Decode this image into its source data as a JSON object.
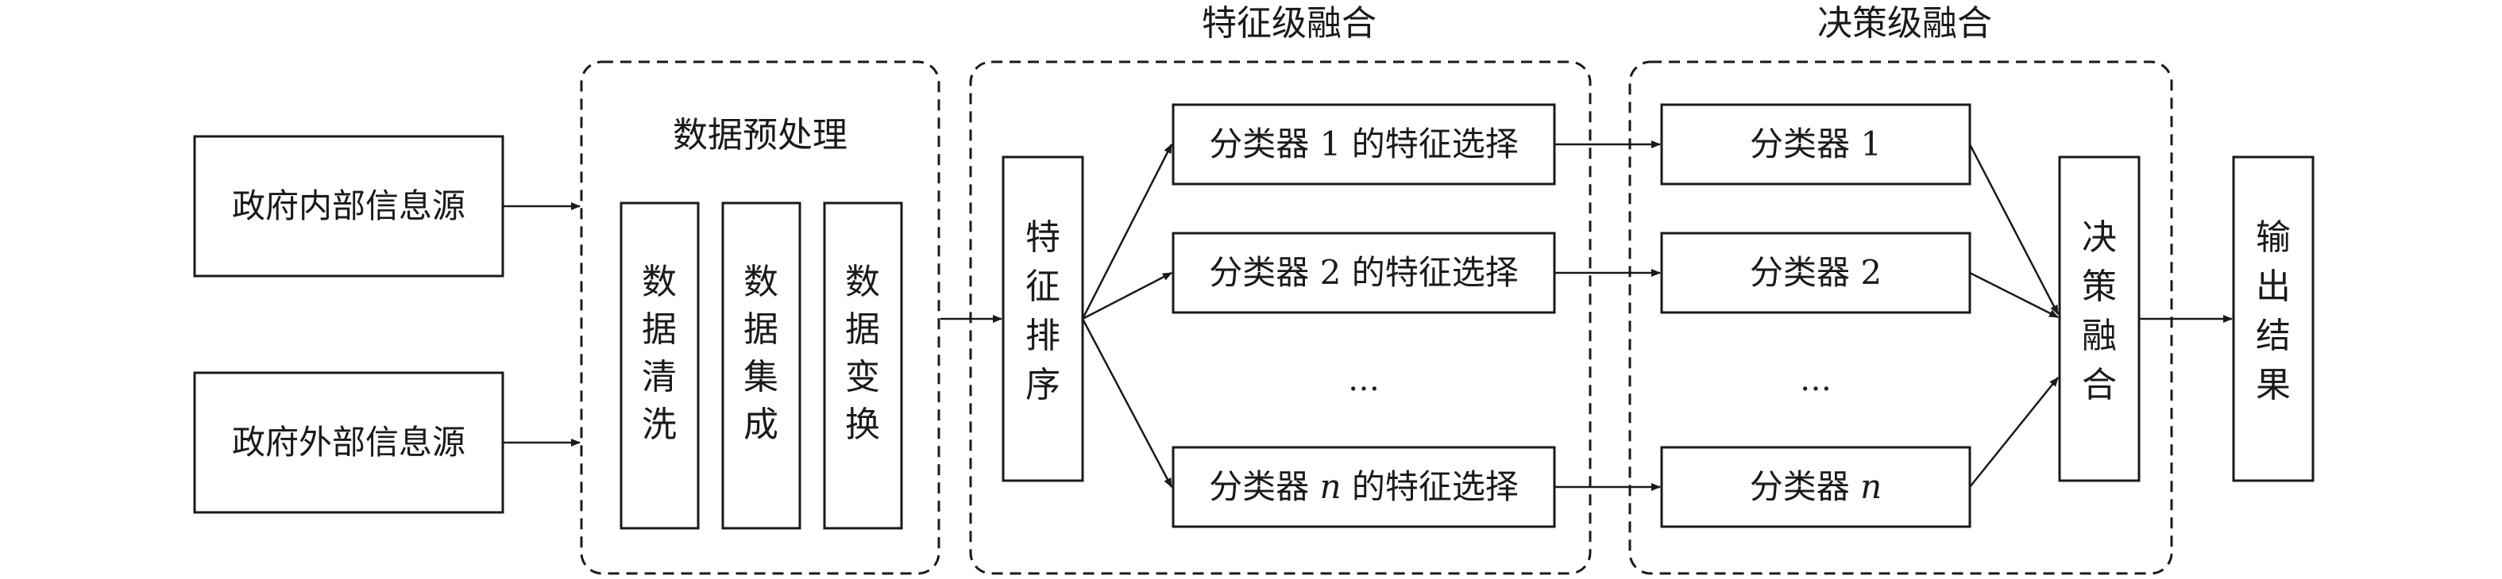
{
  "sources": {
    "internal": "政府内部信息源",
    "external": "政府外部信息源"
  },
  "preprocess": {
    "title": "数据预处理",
    "cleaning": "数据清洗",
    "integration": "数据集成",
    "transformation": "数据变换"
  },
  "feature_fusion": {
    "title": "特征级融合",
    "ranking": "特征排序",
    "selections": [
      {
        "prefix": "分类器 ",
        "var": "1",
        "suffix": " 的特征选择",
        "italic": false
      },
      {
        "prefix": "分类器 ",
        "var": "2",
        "suffix": " 的特征选择",
        "italic": false
      },
      {
        "prefix": "分类器 ",
        "var": "n",
        "suffix": " 的特征选择",
        "italic": true
      }
    ],
    "ellipsis": "…"
  },
  "decision_fusion": {
    "title": "决策级融合",
    "classifiers": [
      {
        "prefix": "分类器 ",
        "var": "1",
        "italic": false
      },
      {
        "prefix": "分类器 ",
        "var": "2",
        "italic": false
      },
      {
        "prefix": "分类器 ",
        "var": "n",
        "italic": true
      }
    ],
    "ellipsis": "…",
    "fusion": "决策融合"
  },
  "output": "输出结果"
}
